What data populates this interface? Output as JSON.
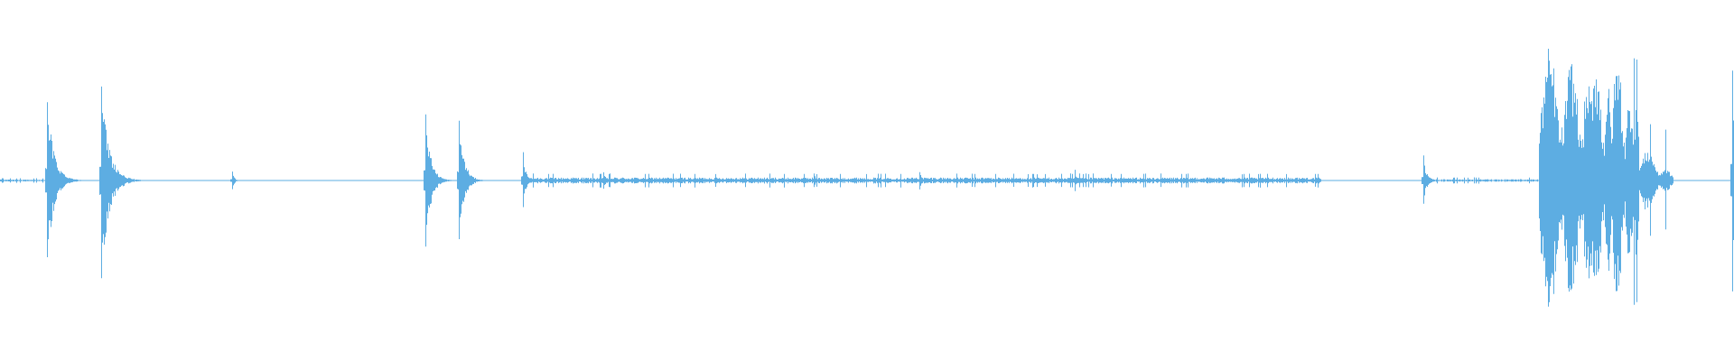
{
  "waveform": {
    "type": "audio-waveform",
    "color": "#5dade2",
    "background": "#ffffff",
    "amplitude_range": [
      -1,
      1
    ],
    "time_range": [
      0,
      1
    ],
    "baseline": 0,
    "events": [
      {
        "t": 0.027,
        "amp": 0.46,
        "decay": 0.004,
        "asym": 1.0
      },
      {
        "t": 0.0585,
        "amp": 0.55,
        "decay": 0.0045,
        "asym": 1.0
      },
      {
        "t": 0.1337,
        "amp": 0.05,
        "decay": 0.0012,
        "asym": 1.0
      },
      {
        "t": 0.2453,
        "amp": 0.4,
        "decay": 0.003,
        "asym": 1.0
      },
      {
        "t": 0.2647,
        "amp": 0.34,
        "decay": 0.003,
        "asym": 1.0
      },
      {
        "t": 0.3017,
        "amp": 0.16,
        "decay": 0.0015,
        "asym": 1.0
      },
      {
        "t": 0.348,
        "amp": 0.05,
        "decay": 0.0012,
        "asym": 1.0
      },
      {
        "t": 0.4695,
        "amp": 0.04,
        "decay": 0.001,
        "asym": 1.0
      },
      {
        "t": 0.53,
        "amp": 0.05,
        "decay": 0.0012,
        "asym": 1.0
      },
      {
        "t": 0.6198,
        "amp": 0.06,
        "decay": 0.0012,
        "asym": 1.0
      },
      {
        "t": 0.8207,
        "amp": 0.14,
        "decay": 0.0018,
        "asym": 1.0
      },
      {
        "t": 0.999,
        "amp": 0.63,
        "decay": 0.0015,
        "asym": 1.0
      }
    ],
    "noise_segments": [
      {
        "start": 0.3035,
        "end": 0.762,
        "level": 0.018
      },
      {
        "start": 0.823,
        "end": 0.888,
        "level": 0.008
      },
      {
        "start": 0.0,
        "end": 0.025,
        "level": 0.006
      }
    ],
    "bursts": [
      {
        "start": 0.8875,
        "end": 0.901,
        "amp": 0.75
      },
      {
        "start": 0.901,
        "end": 0.9125,
        "amp": 0.7
      },
      {
        "start": 0.9125,
        "end": 0.9195,
        "amp": 0.62
      },
      {
        "start": 0.916,
        "end": 0.925,
        "amp": 0.72
      },
      {
        "start": 0.925,
        "end": 0.9295,
        "amp": 0.58
      },
      {
        "start": 0.929,
        "end": 0.937,
        "amp": 0.74
      },
      {
        "start": 0.937,
        "end": 0.943,
        "amp": 0.5
      },
      {
        "start": 0.9425,
        "end": 0.9455,
        "amp": 0.7
      },
      {
        "start": 0.9455,
        "end": 0.956,
        "amp": 0.18
      },
      {
        "start": 0.956,
        "end": 0.965,
        "amp": 0.07
      }
    ],
    "spikes": [
      {
        "t": 0.942,
        "amp": 0.7
      },
      {
        "t": 0.9515,
        "amp": 0.33
      },
      {
        "t": 0.9605,
        "amp": 0.3
      }
    ]
  }
}
